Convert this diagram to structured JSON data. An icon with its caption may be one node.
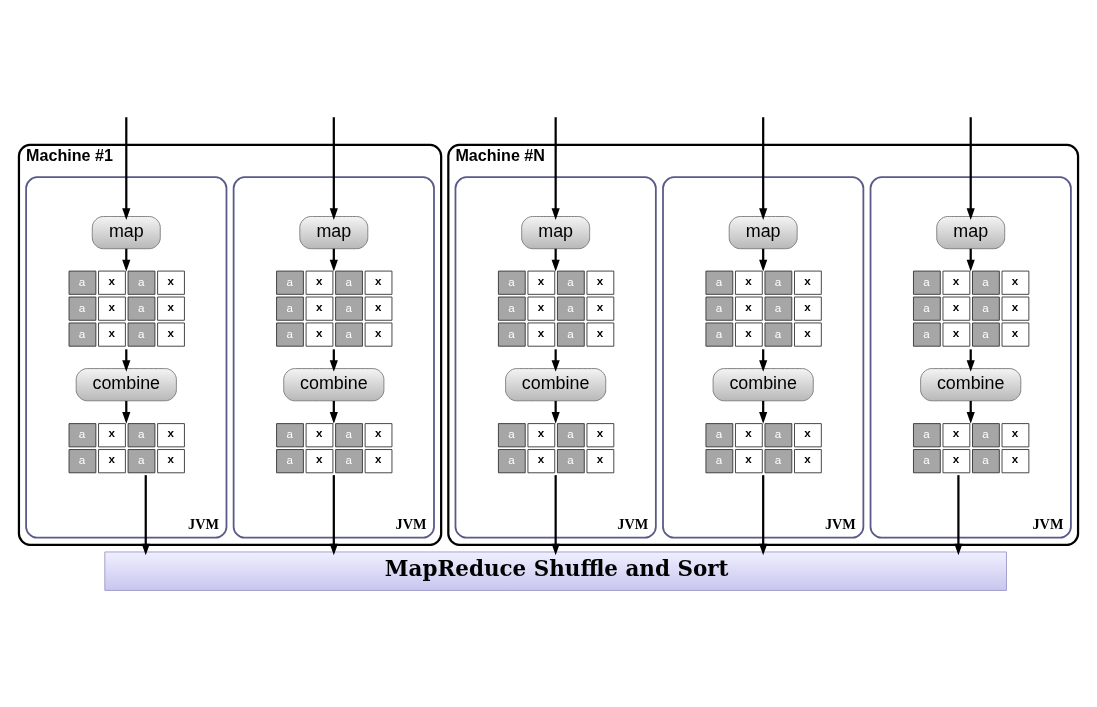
{
  "diagram": {
    "nodes": [
      {
        "text": [
          "Machine #1"
        ]
      },
      {
        "text": [
          "JVM"
        ],
        "in": 0
      },
      {
        "text": [
          "map"
        ],
        "in": 1
      },
      {
        "text": [
          "a",
          "x",
          "a",
          "x",
          "a",
          "x",
          "a",
          "x",
          "a",
          "x",
          "a",
          "x"
        ],
        "in": 1
      },
      {
        "text": [
          "combine"
        ],
        "in": 1
      },
      {
        "text": [
          "a",
          "x",
          "a",
          "x",
          "a",
          "x",
          "a",
          "x"
        ],
        "in": 1
      },
      {
        "text": [
          "JVM"
        ],
        "in": 0
      },
      {
        "text": [
          "map"
        ],
        "in": 6
      },
      {
        "text": [
          "a",
          "x",
          "a",
          "x",
          "a",
          "x",
          "a",
          "x",
          "a",
          "x",
          "a",
          "x"
        ],
        "in": 6
      },
      {
        "text": [
          "combine"
        ],
        "in": 6
      },
      {
        "text": [
          "a",
          "x",
          "a",
          "x",
          "a",
          "x",
          "a",
          "x"
        ],
        "in": 6
      },
      {
        "text": [
          "Machine #N"
        ]
      },
      {
        "text": [
          "JVM"
        ],
        "in": 11
      },
      {
        "text": [
          "map"
        ],
        "in": 12
      },
      {
        "text": [
          "a",
          "x",
          "a",
          "x",
          "a",
          "x",
          "a",
          "x",
          "a",
          "x",
          "a",
          "x"
        ],
        "in": 12
      },
      {
        "text": [
          "combine"
        ],
        "in": 12
      },
      {
        "text": [
          "a",
          "x",
          "a",
          "x",
          "a",
          "x",
          "a",
          "x"
        ],
        "in": 12
      },
      {
        "text": [
          "JVM"
        ],
        "in": 11
      },
      {
        "text": [
          "map"
        ],
        "in": 17
      },
      {
        "text": [
          "a",
          "x",
          "a",
          "x",
          "a",
          "x",
          "a",
          "x",
          "a",
          "x",
          "a",
          "x"
        ],
        "in": 17
      },
      {
        "text": [
          "combine"
        ],
        "in": 17
      },
      {
        "text": [
          "a",
          "x",
          "a",
          "x",
          "a",
          "x",
          "a",
          "x"
        ],
        "in": 17
      },
      {
        "text": [
          "JVM"
        ],
        "in": 11
      },
      {
        "text": [
          "map"
        ],
        "in": 22
      },
      {
        "text": [
          "a",
          "x",
          "a",
          "x",
          "a",
          "x",
          "a",
          "x",
          "a",
          "x",
          "a",
          "x"
        ],
        "in": 22
      },
      {
        "text": [
          "combine"
        ],
        "in": 22
      },
      {
        "text": [
          "a",
          "x",
          "a",
          "x",
          "a",
          "x",
          "a",
          "x"
        ],
        "in": 22
      },
      {
        "text": [
          "MapReduce Shuffle and Sort"
        ]
      }
    ],
    "edges": [
      {
        "from": null,
        "to": 2,
        "arrow": "to"
      },
      {
        "from": 2,
        "to": 3,
        "arrow": "to"
      },
      {
        "from": 3,
        "to": 4,
        "arrow": "to"
      },
      {
        "from": 4,
        "to": 5,
        "arrow": "to"
      },
      {
        "from": 5,
        "to": 27,
        "arrow": "to"
      },
      {
        "from": null,
        "to": 7,
        "arrow": "to"
      },
      {
        "from": 7,
        "to": 8,
        "arrow": "to"
      },
      {
        "from": 8,
        "to": 9,
        "arrow": "to"
      },
      {
        "from": 9,
        "to": 10,
        "arrow": "to"
      },
      {
        "from": 10,
        "to": 27,
        "arrow": "to"
      },
      {
        "from": null,
        "to": 13,
        "arrow": "to"
      },
      {
        "from": 13,
        "to": 14,
        "arrow": "to"
      },
      {
        "from": 14,
        "to": 15,
        "arrow": "to"
      },
      {
        "from": 15,
        "to": 16,
        "arrow": "to"
      },
      {
        "from": 16,
        "to": 27,
        "arrow": "to"
      },
      {
        "from": null,
        "to": 18,
        "arrow": "to"
      },
      {
        "from": 18,
        "to": 19,
        "arrow": "to"
      },
      {
        "from": 19,
        "to": 20,
        "arrow": "to"
      },
      {
        "from": 20,
        "to": 21,
        "arrow": "to"
      },
      {
        "from": 21,
        "to": 27,
        "arrow": "to"
      },
      {
        "from": null,
        "to": 23,
        "arrow": "to"
      },
      {
        "from": 23,
        "to": 24,
        "arrow": "to"
      },
      {
        "from": 24,
        "to": 25,
        "arrow": "to"
      },
      {
        "from": 25,
        "to": 26,
        "arrow": "to"
      },
      {
        "from": 26,
        "to": 27,
        "arrow": "to"
      }
    ]
  }
}
